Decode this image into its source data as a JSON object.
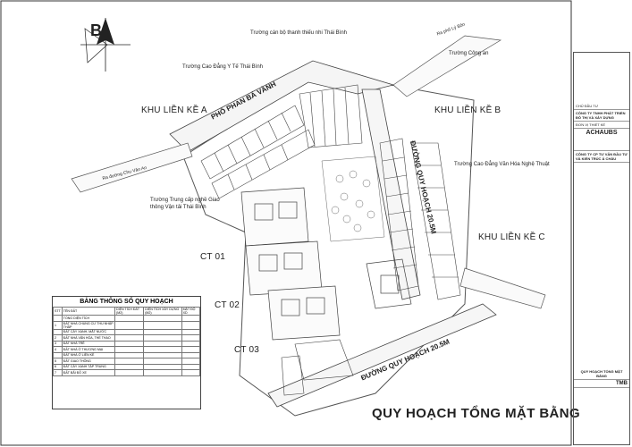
{
  "compass": {
    "letter": "B"
  },
  "roads": {
    "pho_phan_ba_vanh": "PHỐ PHAN BÁ VÀNH",
    "duong_qh_1": "ĐƯỜNG QUY HOẠCH 20.5M",
    "duong_qh_2": "ĐƯỜNG QUY HOẠCH 20.5M",
    "ra_ly_bon": "Ra phố Lý Bôn",
    "ra_chu_van_an": "Ra đường Chu Văn An"
  },
  "neighbors": {
    "truong_can_bo": "Trường cán bộ thanh thiếu nhi Thái Bình",
    "cao_dang_y": "Trường Cao Đẳng Y Tế Thái Bình",
    "cong_an": "Trường Công an",
    "van_hoa": "Trường Cao Đẳng Văn Hóa Nghệ Thuật",
    "trung_cap": "Trường Trung cấp nghề Giao thông Vận tải Thái Bình"
  },
  "zones": {
    "kk_a": "KHU LIỀN KỀ A",
    "kk_b": "KHU LIỀN KỀ B",
    "kk_c": "KHU LIỀN KỀ C",
    "ct01": "CT 01",
    "ct02": "CT 02",
    "ct03": "CT 03"
  },
  "title": "QUY HOẠCH TỔNG MẶT BẰNG",
  "legend": {
    "title": "BẢNG THÔNG SỐ QUY HOẠCH",
    "headers": [
      "STT",
      "TÊN ĐẤT",
      "DIỆN TÍCH ĐẤT (M2)",
      "DIỆN TÍCH XÂY DỰNG (M2)",
      "MẬT ĐỘ XD"
    ],
    "rows": [
      [
        "",
        "TỔNG DIỆN TÍCH",
        "",
        "",
        ""
      ],
      [
        "1",
        "ĐẤT NHÀ CHUNG CƯ THU NHẬP THẤP",
        "",
        "",
        ""
      ],
      [
        "",
        "ĐẤT CÂY XANH, MẶT NƯỚC",
        "",
        "",
        ""
      ],
      [
        "2",
        "ĐẤT NHÀ VĂN HÓA, THỂ THAO",
        "",
        "",
        ""
      ],
      [
        "3",
        "ĐẤT NHÀ TRẺ",
        "",
        "",
        ""
      ],
      [
        "4",
        "ĐẤT NHÀ Ở THƯƠNG MẠI",
        "",
        "",
        ""
      ],
      [
        "",
        "ĐẤT NHÀ Ở LIỀN KỀ",
        "",
        "",
        ""
      ],
      [
        "5",
        "ĐẤT GIAO THÔNG",
        "",
        "",
        ""
      ],
      [
        "6",
        "ĐẤT CÂY XANH TẬP TRUNG",
        "",
        "",
        ""
      ],
      [
        "7",
        "ĐẤT BÃI ĐỖ XE",
        "",
        "",
        ""
      ]
    ]
  },
  "panel": {
    "owner_label": "CHỦ ĐẦU TƯ",
    "owner": "CÔNG TY TNHH PHÁT TRIỂN ĐÔ THỊ VÀ XÂY DỰNG",
    "consult_label": "ĐƠN VỊ THIẾT KẾ",
    "consult_brand": "ACHAUBS",
    "consult": "CÔNG TY CP TƯ VẤN ĐẦU TƯ VÀ KIẾN TRÚC Á CHÂU",
    "drawing": "QUY HOẠCH TỔNG MẶT BẰNG",
    "sheet": "TMB"
  }
}
